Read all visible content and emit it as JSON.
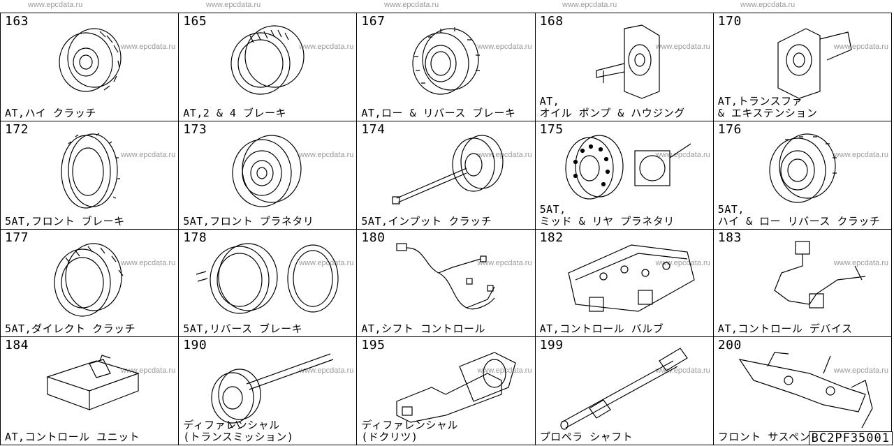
{
  "watermark": "www.epcdata.ru",
  "catalog_code": "BC2PF35001",
  "cells": [
    {
      "num": "163",
      "label": "AT,ハイ クラッチ",
      "icon": "drum-icon"
    },
    {
      "num": "165",
      "label": "AT,2 & 4 ブレーキ",
      "icon": "brake-band-icon"
    },
    {
      "num": "167",
      "label": "AT,ロー & リバース ブレーキ",
      "icon": "gear-ring-icon"
    },
    {
      "num": "168",
      "label": "AT,\nオイル ポンプ & ハウジング",
      "icon": "pump-housing-icon"
    },
    {
      "num": "170",
      "label": "AT,トランスファ\n& エキステンション",
      "icon": "transfer-case-icon"
    },
    {
      "num": "172",
      "label": "5AT,フロント ブレーキ",
      "icon": "clutch-plate-icon"
    },
    {
      "num": "173",
      "label": "5AT,フロント プラネタリ",
      "icon": "planetary-icon"
    },
    {
      "num": "174",
      "label": "5AT,インプット クラッチ",
      "icon": "input-shaft-icon"
    },
    {
      "num": "175",
      "label": "5AT,\nミッド & リヤ プラネタリ",
      "icon": "planetary-set-icon"
    },
    {
      "num": "176",
      "label": "5AT,\nハイ & ロー リバース クラッチ",
      "icon": "clutch-drum-icon"
    },
    {
      "num": "177",
      "label": "5AT,ダイレクト クラッチ",
      "icon": "direct-clutch-icon"
    },
    {
      "num": "178",
      "label": "5AT,リバース ブレーキ",
      "icon": "reverse-brake-icon"
    },
    {
      "num": "180",
      "label": "AT,シフト コントロール",
      "icon": "wire-harness-icon"
    },
    {
      "num": "182",
      "label": "AT,コントロール バルブ",
      "icon": "valve-body-icon"
    },
    {
      "num": "183",
      "label": "AT,コントロール デバイス",
      "icon": "sensor-icon"
    },
    {
      "num": "184",
      "label": "AT,コントロール ユニット",
      "icon": "control-unit-icon"
    },
    {
      "num": "190",
      "label": "ディファレンシャル\n(トランスミッション)",
      "icon": "differential-shaft-icon"
    },
    {
      "num": "195",
      "label": "ディファレンシャル\n(ドクリツ)",
      "icon": "differential-mount-icon"
    },
    {
      "num": "199",
      "label": "プロペラ シャフト",
      "icon": "propeller-shaft-icon"
    },
    {
      "num": "200",
      "label": "フロント サスペンション",
      "icon": "suspension-icon"
    }
  ]
}
